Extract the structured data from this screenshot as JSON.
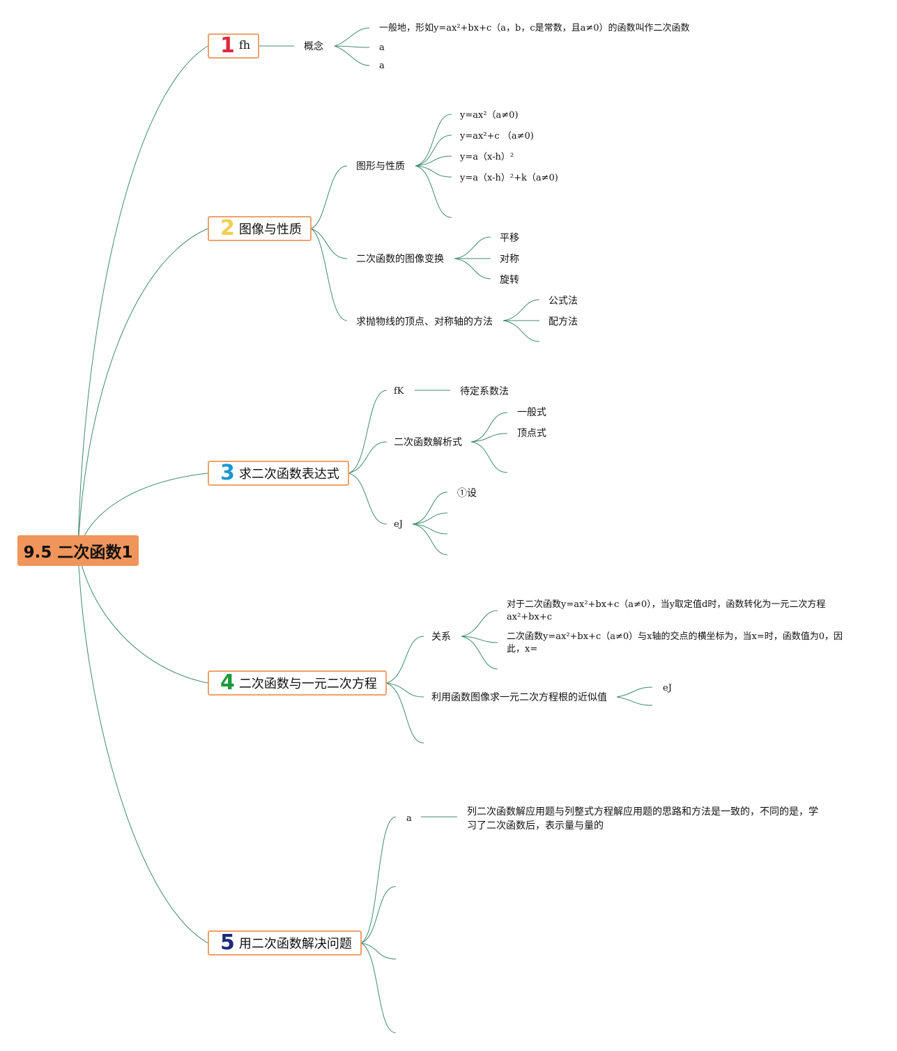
{
  "root": {
    "title": "9.5 二次函数1",
    "color": "#f0955b"
  },
  "line_color": "#3f8a6e",
  "topics": [
    {
      "num": "1",
      "num_color": "#e0283c",
      "label": "fh",
      "children": [
        {
          "label": "概念",
          "children": [
            {
              "label": "一般地，形如y=ax²+bx+c（a，b，c是常数，且a≠0）的函数叫作二次函数"
            },
            {
              "label": "a"
            },
            {
              "label": "a"
            }
          ]
        }
      ]
    },
    {
      "num": "2",
      "num_color": "#f3cd4e",
      "label": "图像与性质",
      "children": [
        {
          "label": "图形与性质",
          "children": [
            {
              "label": "y=ax²（a≠0)"
            },
            {
              "label": "y=ax²+c （a≠0)"
            },
            {
              "label": "y=a（x-h）²"
            },
            {
              "label": "y=a（x-h）²+k（a≠0)"
            },
            {
              "label": ""
            }
          ]
        },
        {
          "label": "二次函数的图像变换",
          "children": [
            {
              "label": "平移"
            },
            {
              "label": "对称"
            },
            {
              "label": "旋转"
            }
          ]
        },
        {
          "label": "求抛物线的顶点、对称轴的方法",
          "children": [
            {
              "label": "公式法"
            },
            {
              "label": "配方法"
            },
            {
              "label": ""
            }
          ]
        }
      ]
    },
    {
      "num": "3",
      "num_color": "#1b97d4",
      "label": "求二次函数表达式",
      "children": [
        {
          "label": "fK",
          "children": [
            {
              "label": "待定系数法"
            }
          ]
        },
        {
          "label": "二次函数解析式",
          "children": [
            {
              "label": "一般式"
            },
            {
              "label": "顶点式"
            },
            {
              "label": ""
            }
          ]
        },
        {
          "label": "eJ",
          "children": [
            {
              "label": "①设"
            },
            {
              "label": ""
            },
            {
              "label": ""
            },
            {
              "label": ""
            }
          ]
        }
      ]
    },
    {
      "num": "4",
      "num_color": "#1e9a3a",
      "label": "二次函数与一元二次方程",
      "children": [
        {
          "label": "关系",
          "children": [
            {
              "label": "对于二次函数y=ax²+bx+c（a≠0），当y取定值d时，函数转化为一元二次方程ax²+bx+c"
            },
            {
              "label": "二次函数y=ax²+bx+c（a≠0）与x轴的交点的横坐标为，当x=时，函数值为0，因此，x="
            },
            {
              "label": ""
            }
          ]
        },
        {
          "label": "利用函数图像求一元二次方程根的近似值",
          "children": [
            {
              "label": "eJ"
            },
            {
              "label": ""
            }
          ]
        },
        {
          "label": ""
        }
      ]
    },
    {
      "num": "5",
      "num_color": "#1c2a7a",
      "label": "用二次函数解决问题",
      "children": [
        {
          "label": "a",
          "children": [
            {
              "label": "列二次函数解应用题与列整式方程解应用题的思路和方法是一致的，不同的是，学习了二次函数后，表示量与量的"
            }
          ]
        },
        {
          "label": ""
        },
        {
          "label": ""
        },
        {
          "label": ""
        }
      ]
    }
  ]
}
